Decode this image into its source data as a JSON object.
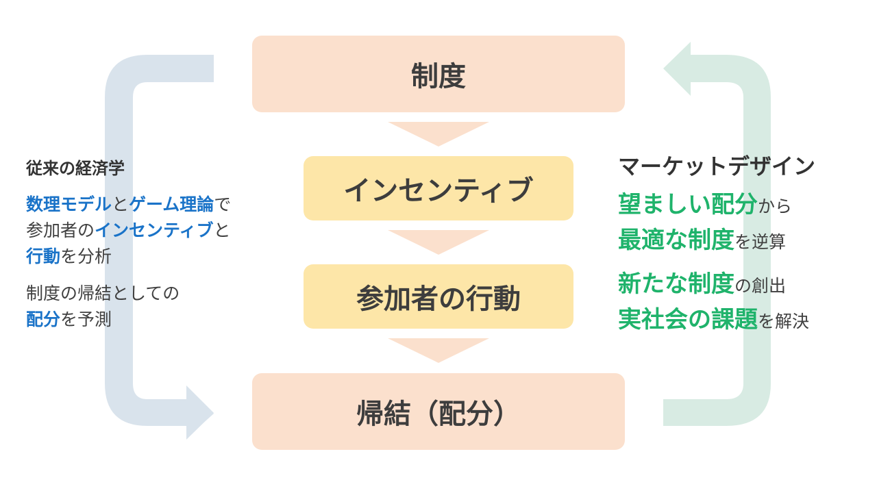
{
  "center": {
    "box1": "制度",
    "box2": "インセンティブ",
    "box3": "参加者の行動",
    "box4": "帰結（配分）"
  },
  "left": {
    "heading": "従来の経済学",
    "line1": {
      "a": "数理モデル",
      "b": "と",
      "c": "ゲーム理論",
      "d": "で"
    },
    "line2": {
      "a": "参加者の",
      "b": "インセンティブ",
      "c": "と"
    },
    "line3": {
      "a": "行動",
      "b": "を分析"
    },
    "line4": "制度の帰結としての",
    "line5": {
      "a": "配分",
      "b": "を予測"
    }
  },
  "right": {
    "heading": "マーケットデザイン",
    "line1": {
      "a": "望ましい配分",
      "b": "から"
    },
    "line2": {
      "a": "最適な制度",
      "b": "を逆算"
    },
    "line3": {
      "a": "新たな制度",
      "b": "の創出"
    },
    "line4": {
      "a": "実社会の課題",
      "b": "を解決"
    }
  },
  "colors": {
    "peach": "#fbe0cd",
    "yellow": "#fde6a8",
    "blue_text": "#1a73c8",
    "green_text": "#1fb36b",
    "left_arrow": "#d9e3ec",
    "right_arrow": "#d8ebe3",
    "down_arrow": "#fbe0cd"
  }
}
